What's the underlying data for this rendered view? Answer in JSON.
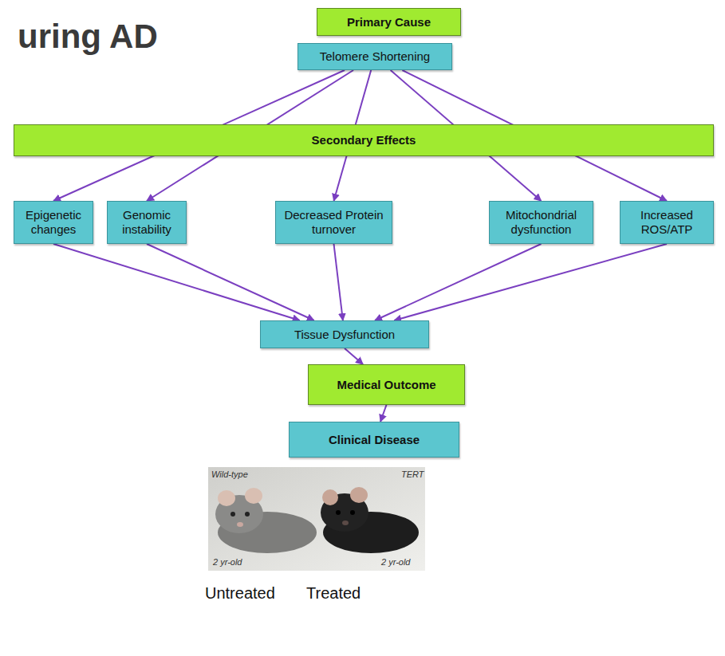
{
  "diagram": {
    "title": "uring AD",
    "nodes": [
      {
        "text": [
          "Primary Cause"
        ]
      },
      {
        "text": [
          "Telomere Shortening"
        ]
      },
      {
        "text": [
          "Secondary Effects"
        ]
      },
      {
        "text": [
          "Epigenetic changes"
        ]
      },
      {
        "text": [
          "Genomic instability"
        ]
      },
      {
        "text": [
          "Decreased Protein turnover"
        ]
      },
      {
        "text": [
          "Mitochondrial dysfunction"
        ]
      },
      {
        "text": [
          "Increased ROS/ATP"
        ]
      },
      {
        "text": [
          "Tissue Dysfunction"
        ]
      },
      {
        "text": [
          "Medical Outcome"
        ]
      },
      {
        "text": [
          "Clinical Disease"
        ]
      }
    ],
    "edges": [
      {
        "from": 1,
        "to": 3,
        "arrow": "to"
      },
      {
        "from": 1,
        "to": 4,
        "arrow": "to"
      },
      {
        "from": 1,
        "to": 5,
        "arrow": "to"
      },
      {
        "from": 1,
        "to": 6,
        "arrow": "to"
      },
      {
        "from": 1,
        "to": 7,
        "arrow": "to"
      },
      {
        "from": 3,
        "to": 8,
        "arrow": "to"
      },
      {
        "from": 4,
        "to": 8,
        "arrow": "to"
      },
      {
        "from": 5,
        "to": 8,
        "arrow": "to"
      },
      {
        "from": 6,
        "to": 8,
        "arrow": "to"
      },
      {
        "from": 7,
        "to": 8,
        "arrow": "to"
      },
      {
        "from": 8,
        "to": 9,
        "arrow": "to"
      },
      {
        "from": 9,
        "to": 10,
        "arrow": "to"
      }
    ],
    "labels": [
      "Wild-type",
      "TERT",
      "2 yr-old",
      "2 yr-old",
      "Untreated",
      "Treated"
    ]
  }
}
